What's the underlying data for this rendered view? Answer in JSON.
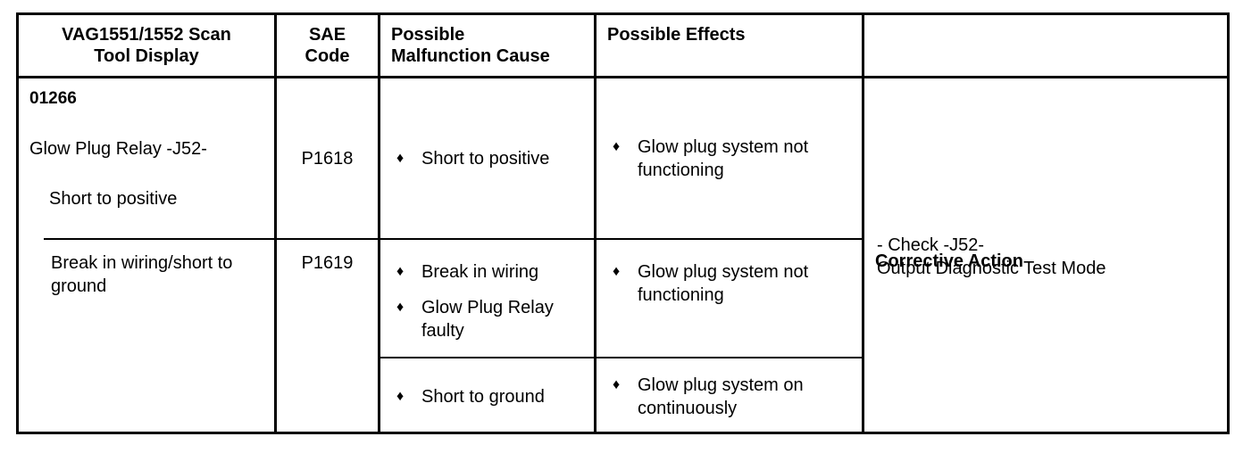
{
  "table": {
    "headers": [
      "VAG1551/1552 Scan Tool Display",
      "SAE Code",
      "Possible Malfunction Cause",
      "Possible Effects",
      "Corrective Action"
    ],
    "header_lines": {
      "col1_line1": "VAG1551/1552 Scan",
      "col1_line2": "Tool Display",
      "col2_line1": "SAE",
      "col2_line2": "Code",
      "col3_line1": "Possible",
      "col3_line2": "Malfunction Cause",
      "col4_line1": "Possible Effects",
      "col5_line1": "Corrective Action"
    },
    "fault": {
      "code": "01266",
      "description": "Glow Plug Relay -J52-",
      "condition": "Short to positive",
      "condition_2": "Break in wiring/short to ground"
    },
    "sae_codes": {
      "first": "P1618",
      "second": "P1619"
    },
    "malfunction_causes": {
      "group_a": [
        "Short to positive"
      ],
      "group_b": [
        "Break in wiring",
        "Glow Plug Relay faulty"
      ],
      "group_c": [
        "Short to ground"
      ]
    },
    "possible_effects": {
      "group_a": [
        "Glow plug system not functioning"
      ],
      "group_b": [
        "Glow plug system not functioning"
      ],
      "group_c": [
        "Glow plug system on continuously"
      ]
    },
    "corrective_action": {
      "line1": "- Check -J52-",
      "line2": "Output Diagnostic Test Mode"
    },
    "bullet_glyph": "♦",
    "colors": {
      "border": "#000000",
      "text": "#000000",
      "background": "#ffffff"
    }
  }
}
